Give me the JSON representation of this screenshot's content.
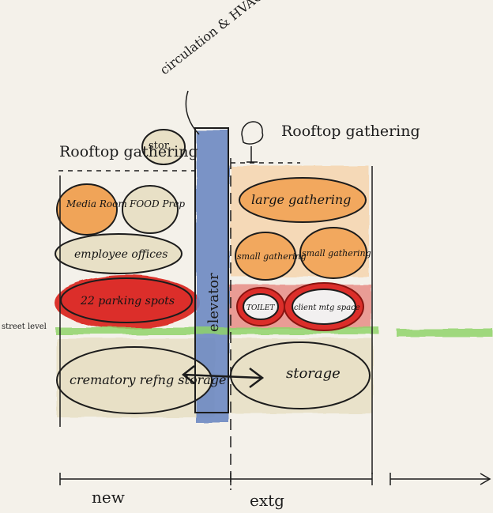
{
  "title": "circulation & HVAC tower",
  "rooftop_left": "Rooftop gathering",
  "rooftop_right": "Rooftop gathering",
  "rooftop_storage": "stor.",
  "street_level": "street level",
  "elevator": "elevator",
  "section_labels": {
    "new": "new",
    "existing": "extg"
  },
  "spaces": {
    "media_room": "Media Room",
    "food_prep": "FOOD Prep",
    "employee_offices": "employee offices",
    "parking": "22 parking spots",
    "crematory": "crematory refng storage",
    "large_gathering": "large gathering",
    "small_gathering_1": "small gathering",
    "small_gathering_2": "small gathering",
    "toilet": "TOILET",
    "client_mtg": "client mtg space",
    "storage": "storage"
  },
  "colors": {
    "paper": "#f4f1ea",
    "cream": "#e8e0c6",
    "orange": "#f2a85e",
    "red": "#dc2e2a",
    "blue": "#6d88c2",
    "green": "#8fd46a",
    "ink": "#1c1c1c"
  }
}
